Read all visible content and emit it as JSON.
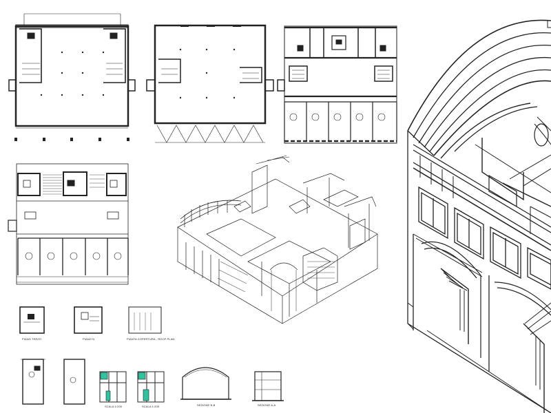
{
  "labels": {
    "ground_floor": "PIANO TERZO",
    "typical_floor": "PIANO N",
    "roof_plan": "PIANTA COPERTURA - ROOF PLAN",
    "scale_1": "SCALA 1:200",
    "scale_2": "SCALA 1:200",
    "section_bb": "SEZIONE B-B",
    "section_aa": "SEZIONE A-A"
  },
  "colors": {
    "ink": "#222222",
    "highlight": "#2ec4a0",
    "paper": "#ffffff"
  }
}
